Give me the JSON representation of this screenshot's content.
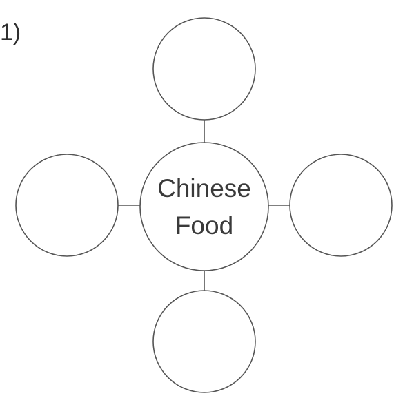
{
  "question_number": "1)",
  "center_topic": {
    "line1": "Chinese",
    "line2": "Food"
  },
  "outer_circles": [
    {
      "position": "top",
      "text": ""
    },
    {
      "position": "left",
      "text": ""
    },
    {
      "position": "right",
      "text": ""
    },
    {
      "position": "bottom",
      "text": ""
    }
  ],
  "colors": {
    "stroke": "#555555",
    "text": "#3a3a3a"
  }
}
